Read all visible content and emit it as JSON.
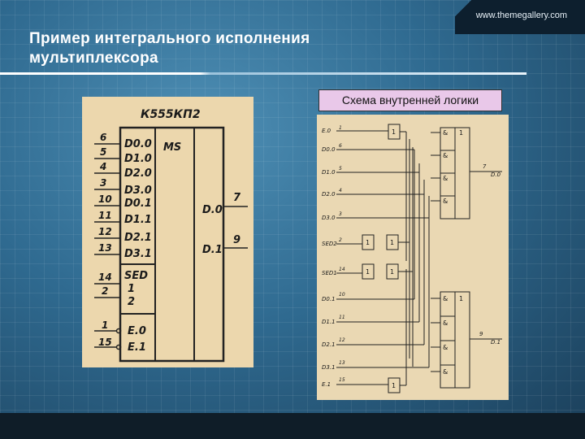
{
  "site": "www.themegallery.com",
  "title_line1": "Пример интегрального исполнения",
  "title_line2": "мультиплексора",
  "caption": "Схема внутренней логики",
  "chip": {
    "name": "К555КП2",
    "ms_label": "MS",
    "pins_in": [
      "6",
      "5",
      "4",
      "3",
      "10",
      "11",
      "12",
      "13",
      "14",
      "2",
      "1",
      "15"
    ],
    "inputs": [
      "D0.0",
      "D1.0",
      "D2.0",
      "D3.0",
      "D0.1",
      "D1.1",
      "D2.1",
      "D3.1",
      "SED",
      "1",
      "2",
      "E.0",
      "E.1"
    ],
    "outputs": [
      "D.0",
      "D.1"
    ],
    "pins_out": [
      "7",
      "9"
    ]
  },
  "logic": {
    "inputs": [
      "E.0",
      "D0.0",
      "D1.0",
      "D2.0",
      "D3.0",
      "SED2",
      "SED1",
      "D0.1",
      "D1.1",
      "D2.1",
      "D3.1",
      "E.1"
    ],
    "pin_nums": [
      "1",
      "6",
      "5",
      "4",
      "3",
      "2",
      "14",
      "10",
      "11",
      "12",
      "13",
      "15"
    ],
    "outputs": [
      "D.0",
      "D.1"
    ],
    "out_pins": [
      "7",
      "9"
    ],
    "gate_one": "1",
    "gate_and": "&"
  }
}
